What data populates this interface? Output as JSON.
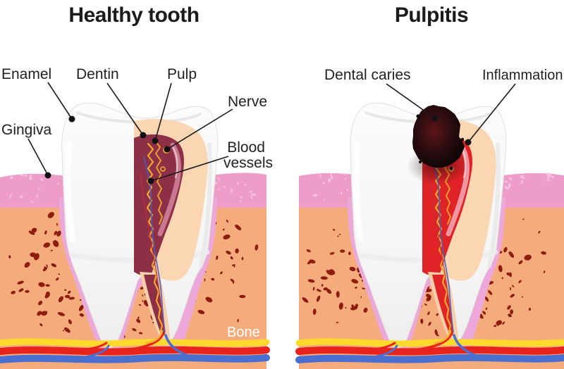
{
  "left_panel": {
    "title": "Healthy tooth",
    "labels": {
      "enamel": "Enamel",
      "dentin": "Dentin",
      "pulp": "Pulp",
      "nerve": "Nerve",
      "blood_vessels": [
        "Blood",
        "vessels"
      ],
      "gingiva": "Gingiva",
      "bone": "Bone"
    }
  },
  "right_panel": {
    "title": "Pulpitis",
    "labels": {
      "dental_caries": "Dental caries",
      "inflammation": "Inflammation"
    }
  },
  "colors": {
    "bone": "#F5AC7C",
    "bone_speckle": "#8F1D0E",
    "gum": "#EE9CC8",
    "gum_speckle": "#F7C9E3",
    "ligament": "#ECA8D8",
    "tooth": "#F4F4F4",
    "dentin": "#FAD6B2",
    "pulp_healthy": "#8E2F48",
    "pulp_inflamed": "#DF2327",
    "pulp_highlight_healthy": "#CE8298",
    "pulp_highlight_inflamed": "#F2A3B0",
    "nerve": "#F2A92B",
    "artery": "#E8231D",
    "vein": "#4A6FD0",
    "band_yellow": "#FFD92B",
    "caries": "#0B0505",
    "label_text": "#231F20"
  }
}
